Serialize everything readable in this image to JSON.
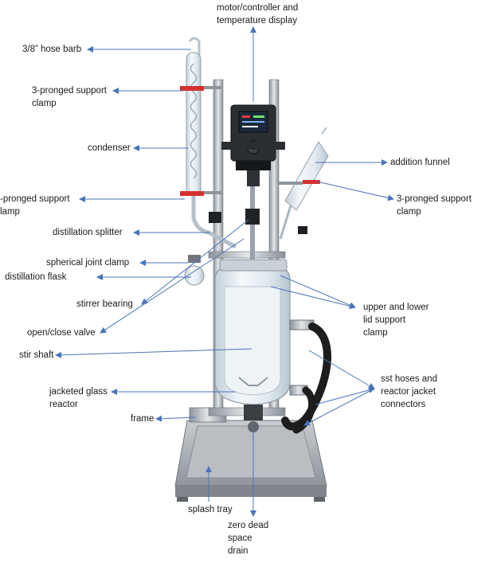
{
  "labels": {
    "motor_controller": "motor/controller and\ntemperature display",
    "hose_barb": "3/8” hose barb",
    "support_clamp_top": "3-pronged support\nclamp",
    "condenser": "condenser",
    "addition_funnel": "addition funnel",
    "support_clamp_left": "-pronged support\nlamp",
    "support_clamp_right": "3-pronged support\nclamp",
    "distillation_splitter": "distillation splitter",
    "spherical_joint_clamp": "spherical joint clamp",
    "distillation_flask": "distillation flask",
    "stirrer_bearing": "stirrer bearing",
    "lid_support_clamp": "upper and lower\nlid support\nclamp",
    "open_close_valve": "open/close valve",
    "stir_shaft": "stir shaft",
    "sst_hoses": "sst hoses and\nreactor jacket\nconnectors",
    "jacketed_reactor": "jacketed glass\nreactor",
    "frame": "frame",
    "splash_tray": "splash tray",
    "drain": "zero dead\nspace\ndrain"
  },
  "display": {
    "screen_color": "#1b2a3a",
    "screen_accent": "#ff3b3b"
  },
  "colors": {
    "arrow": "#4a74b8",
    "steel": "#b7bdc4",
    "glass": "#d9e3ea",
    "hose": "#1d1d1d",
    "clamp_red": "#d43030",
    "tray": "#a9aeb4"
  }
}
